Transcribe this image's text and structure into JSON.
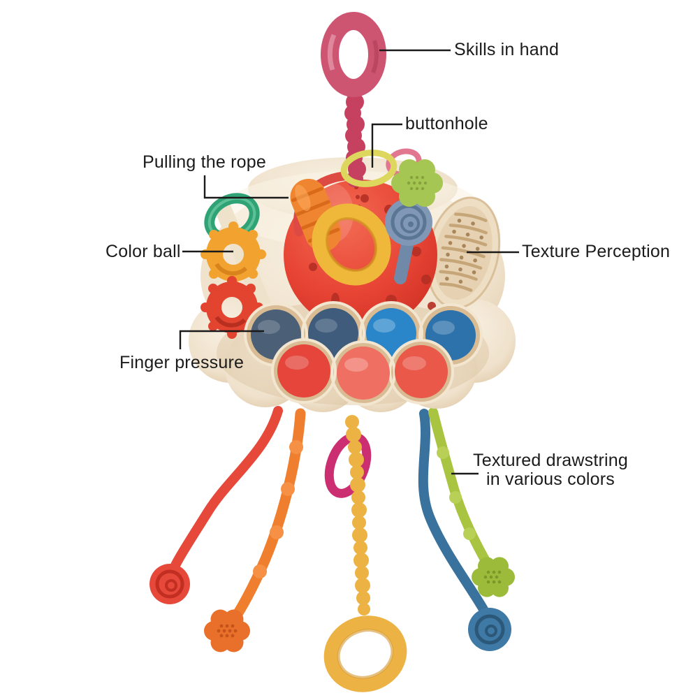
{
  "figure": {
    "kind": "annotated product photo",
    "subject": "octopus pull-string baby sensory toy with labeled features",
    "background": "#ffffff"
  },
  "callouts": {
    "skills_in_hand": {
      "text": "Skills in hand"
    },
    "buttonhole": {
      "text": "buttonhole"
    },
    "pulling_the_rope": {
      "text": "Pulling the rope"
    },
    "color_ball": {
      "text": "Color ball"
    },
    "texture_perception": {
      "text": "Texture Perception"
    },
    "finger_pressure": {
      "text": "Finger pressure"
    },
    "textured_drawstring": {
      "line1": "Textured drawstring",
      "line2": "in various colors"
    }
  },
  "colors": {
    "label_text": "#1b1b1b",
    "callout_line": "#1a1a1a",
    "body_cream": "#f0e4d0",
    "body_shade_tan": "#dcc3a0",
    "dome_red": "#e64536",
    "hanging_ring_pink": "#ce5571",
    "rope_stem_pink": "#c6405f",
    "buttonhole_ring_yellow": "#ddd75e",
    "pink_ring": "#e2788f",
    "teal_ring": "#2fa375",
    "orange_gear_ring": "#f2a22e",
    "red_gear_ring": "#e24430",
    "yellow_ring_teether": "#f0b83a",
    "orange_teether": "#ef8530",
    "blue_teether": "#8097b5",
    "green_star_teether": "#a6c653",
    "pop_button_blue": "#2a86c8",
    "pop_button_navy": "#44607c",
    "pop_button_red": "#e5453a",
    "pop_button_coral": "#ef6f63",
    "string_red": "#e6483a",
    "string_orange": "#ef7f2e",
    "string_yellow": "#ecb243",
    "string_blue": "#39729c",
    "string_green": "#a9c440",
    "magenta_ring": "#cb2f72",
    "texture_pad": "#eedec4"
  }
}
